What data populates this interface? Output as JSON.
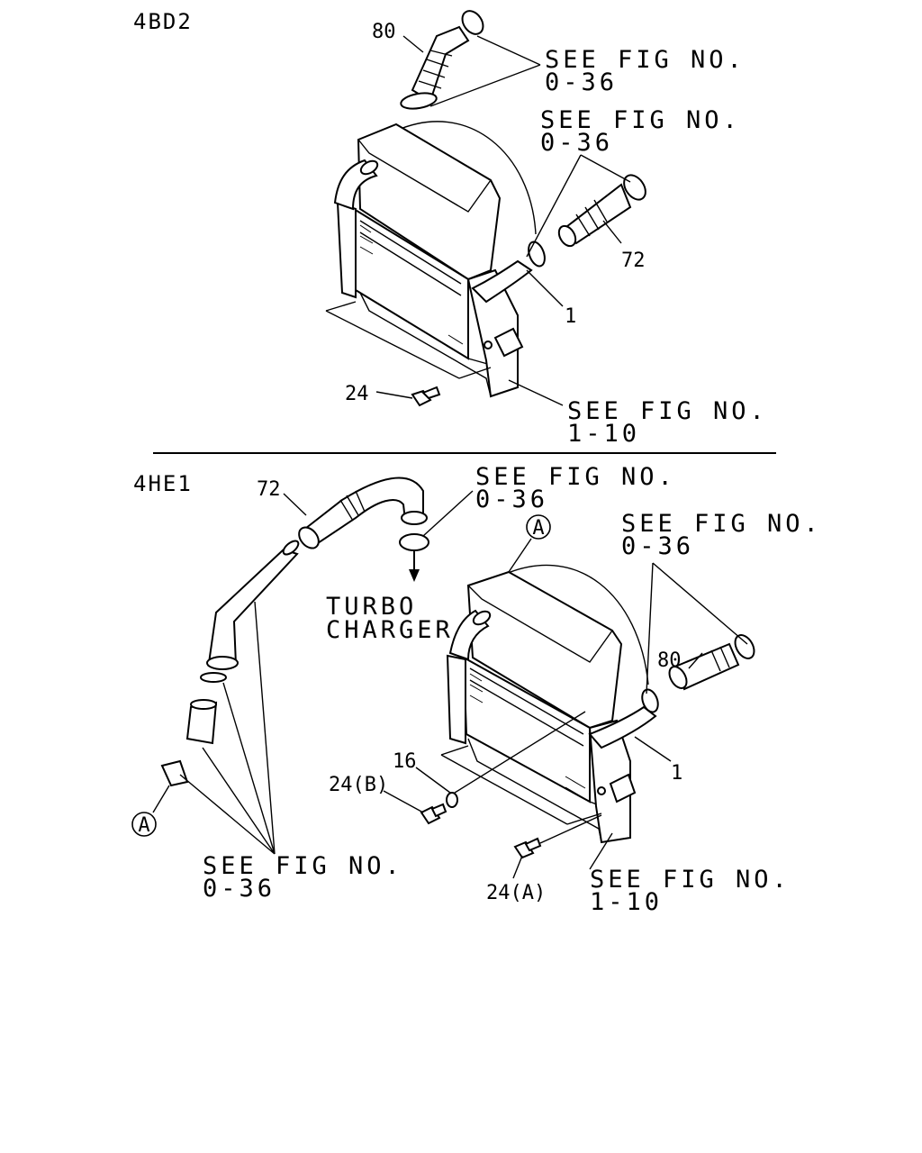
{
  "sections": [
    {
      "engine": "4BD2",
      "callouts": {
        "hose_upper": "80",
        "hose_right": "72",
        "pipe": "1",
        "bolt": "24"
      },
      "references": [
        {
          "line1": "SEE FIG NO.",
          "line2": "0-36"
        },
        {
          "line1": "SEE FIG NO.",
          "line2": "0-36"
        },
        {
          "line1": "SEE FIG NO.",
          "line2": "1-10"
        }
      ]
    },
    {
      "engine": "4HE1",
      "callouts": {
        "hose_top": "72",
        "hose_right": "80",
        "pipe": "1",
        "washer": "16",
        "bolt_b": "24(B)",
        "bolt_a": "24(A)",
        "marker_a_top": "A",
        "marker_a_left": "A"
      },
      "turbo_line1": "TURBO",
      "turbo_line2": "CHARGER",
      "references": [
        {
          "line1": "SEE FIG NO.",
          "line2": "0-36"
        },
        {
          "line1": "SEE FIG NO.",
          "line2": "0-36"
        },
        {
          "line1": "SEE FIG NO.",
          "line2": "0-36"
        },
        {
          "line1": "SEE FIG NO.",
          "line2": "1-10"
        }
      ]
    }
  ],
  "colors": {
    "ink": "#000000",
    "paper": "#ffffff"
  }
}
